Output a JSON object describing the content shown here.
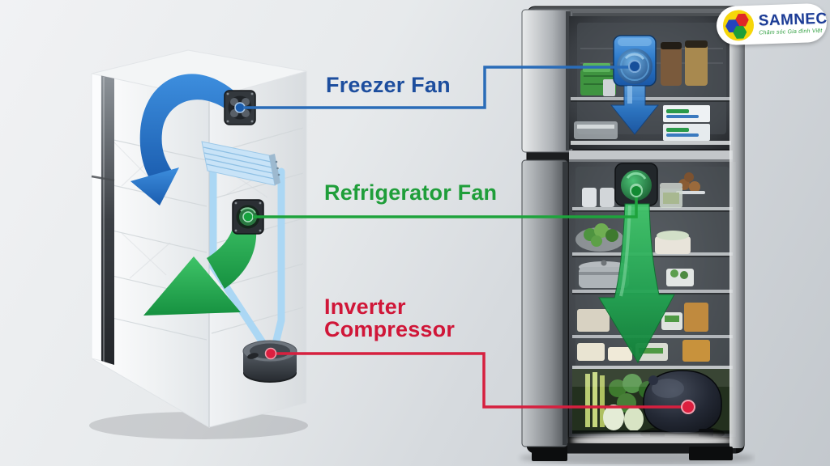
{
  "page": {
    "type": "refrigerator-airflow-infographic",
    "background_colors": [
      "#f1f2f4",
      "#c3c8cd"
    ]
  },
  "logo": {
    "brand": "SAMNEC",
    "tagline": "Chăm sóc Gia đình Việt",
    "brand_color": "#1c3c96",
    "tagline_color": "#2f9e3f",
    "icon": {
      "name": "samnec-hexagon-cluster-icon",
      "circle_color": "#f6d60a",
      "hexagon_colors": [
        "#df2727",
        "#2443bd",
        "#1f9e38"
      ]
    }
  },
  "labels": {
    "freezer_fan": {
      "text": "Freezer Fan",
      "color": "#1d4e9e"
    },
    "refrigerator_fan": {
      "text": "Refrigerator Fan",
      "color": "#1f9e3a"
    },
    "inverter_compressor": {
      "text": "Inverter Compressor",
      "color": "#d01638"
    }
  },
  "connectors": [
    {
      "name": "freezer-fan-connector",
      "color": "#2a6cb8"
    },
    {
      "name": "refrigerator-fan-connector",
      "color": "#1ea33c"
    },
    {
      "name": "inverter-compressor-connector",
      "color": "#d6203f"
    }
  ],
  "schematic": {
    "components": [
      "freezer-fan",
      "evaporator-coil",
      "refrigerator-fan",
      "inverter-compressor"
    ],
    "freezer_airflow_color": "#2273cc",
    "refrigerator_airflow_color": "#2bb457",
    "tube_color": "#abd7f4"
  },
  "photo": {
    "sections": [
      "freezer-compartment",
      "refrigerator-compartment",
      "vegetable-crisper"
    ],
    "freezer_airflow_color": "#2f7fd0",
    "refrigerator_airflow_color": "#23a553"
  }
}
